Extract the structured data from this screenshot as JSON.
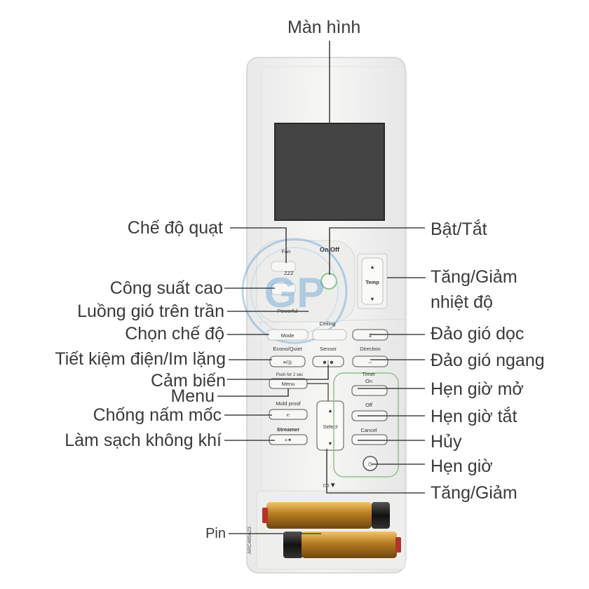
{
  "remote": {
    "button_labels": {
      "fan": "Fan",
      "on_off": "On/Off",
      "powerful": "Powerful",
      "ceiling": "Ceiling",
      "mode": "Mode",
      "econo_quiet": "Econo/Quiet",
      "sensor": "Sensor",
      "direction": "Direction",
      "push_2sec": "Push for 2 sec",
      "menu": "Menu",
      "timer": "Timer",
      "on": "On",
      "off": "Off",
      "mold_proof": "Mold proof",
      "streamer": "Streamer",
      "select": "Select",
      "cancel": "Cancel",
      "temp": "Temp",
      "model_code": "ARC480A23"
    }
  },
  "callouts": {
    "screen": "Màn hình",
    "fan_mode": "Chế độ quạt",
    "power": "Bật/Tắt",
    "powerful": "Công suất cao",
    "temp_adjust": "Tăng/Giảm",
    "temp_adjust_2": "nhiệt độ",
    "ceiling_airflow": "Luồng gió trên trần",
    "mode_select": "Chọn chế độ",
    "vertical_swing": "Đảo gió dọc",
    "econo_quiet": "Tiết kiệm điện/Im lặng",
    "horizontal_swing": "Đảo gió ngang",
    "sensor": "Cảm biến",
    "menu": "Menu",
    "timer_on": "Hẹn giờ mở",
    "mold_proof": "Chống nấm mốc",
    "timer_off": "Hẹn giờ tắt",
    "air_clean": "Làm sạch không khí",
    "cancel": "Hủy",
    "timer": "Hẹn giờ",
    "select_adjust": "Tăng/Giảm",
    "battery": "Pin"
  },
  "colors": {
    "remote_body": "#f1f2f1",
    "screen": "#444444",
    "text": "#3a3a3a",
    "lines": "#444444",
    "accent": "#3d8ed0",
    "battery_gold": "#c48a2a",
    "battery_dark": "#1a1a1a"
  }
}
